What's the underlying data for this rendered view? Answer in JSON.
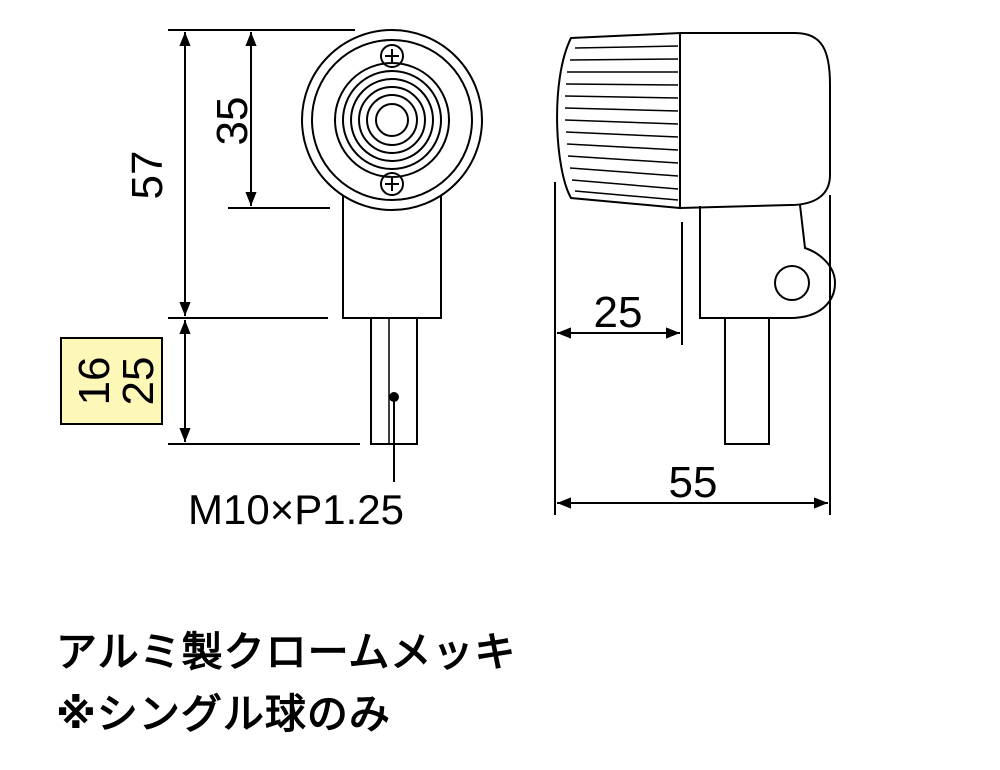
{
  "dimensions": {
    "height_total": "57",
    "height_head": "35",
    "stem_option_1": "16",
    "stem_option_2": "25",
    "depth": "25",
    "width": "55"
  },
  "thread_spec": "M10×P1.25",
  "notes": {
    "material": "アルミ製クロームメッキ",
    "bulb": "※シングル球のみ"
  },
  "colors": {
    "line": "#000000",
    "highlight": "#fdf7b8",
    "background": "#ffffff"
  }
}
